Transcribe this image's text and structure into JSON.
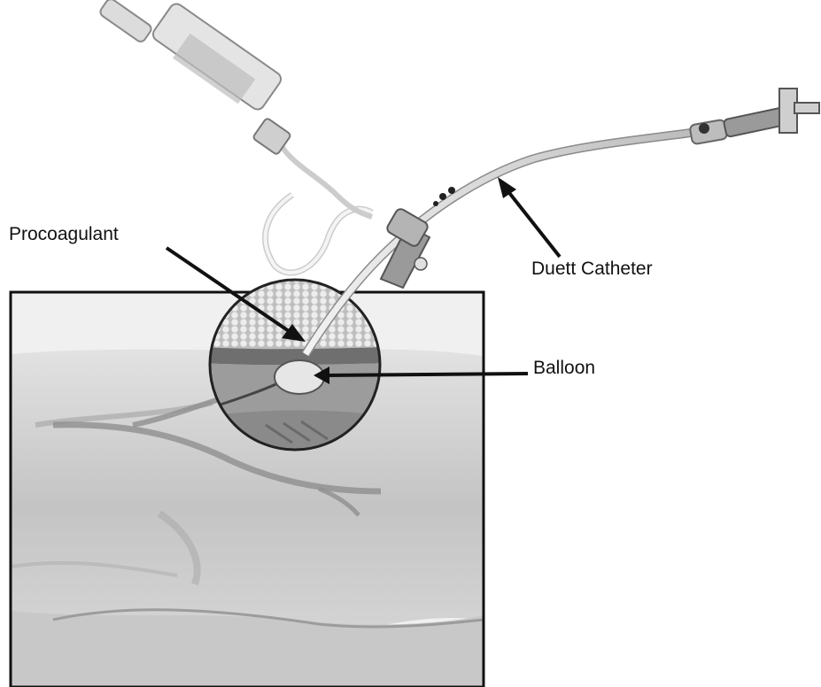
{
  "labels": {
    "procoagulant": "Procoagulant",
    "duett_catheter": "Duett Catheter",
    "balloon": "Balloon"
  },
  "colors": {
    "line": "#111111",
    "skin": "#cfcfcf",
    "skin_shadow": "#a8a8a8",
    "vein": "#9a9a9a",
    "catheter": "#d9d9d9",
    "syringe": "#bdbdbd"
  }
}
